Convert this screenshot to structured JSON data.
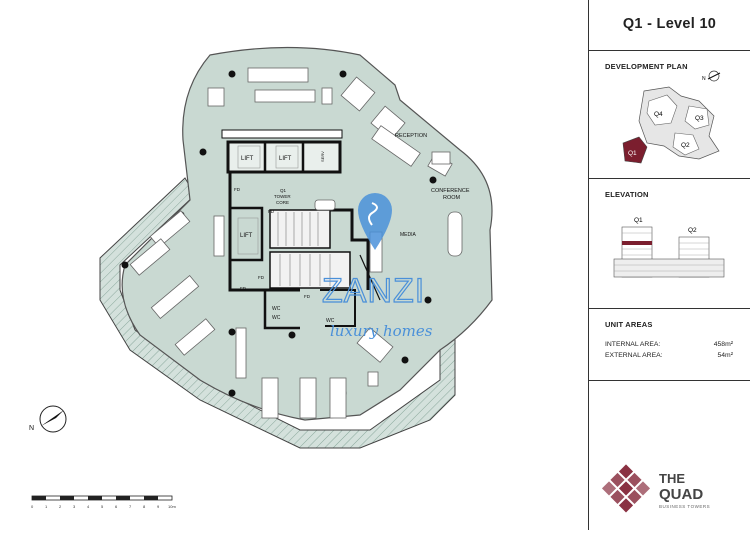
{
  "header": {
    "title": "Q1 - Level 10"
  },
  "plan": {
    "labels": {
      "lift_1": "LIFT",
      "lift_2": "LIFT",
      "lift_3": "LIFT",
      "tower_core": [
        "Q1",
        "TOWER",
        "CORE"
      ],
      "reception": "RECEPTION",
      "conference": [
        "CONFERENCE",
        "ROOM"
      ],
      "media": "MEDIA",
      "wc_1": "WC",
      "wc_2": "WC",
      "wc_3": "WC",
      "fd": "FD",
      "riser": "SERV"
    },
    "compass_label": "N",
    "scale_ticks": [
      "0",
      "1",
      "2",
      "3",
      "4",
      "5",
      "6",
      "7",
      "8",
      "9",
      "10m"
    ],
    "watermark": {
      "main": "ZANZI",
      "sub": "luxury homes"
    }
  },
  "development_plan": {
    "title": "DEVELOPMENT PLAN",
    "compass_label": "N",
    "towers": [
      "Q4",
      "Q3",
      "Q1",
      "Q2"
    ],
    "highlight_color": "#7b1e2e"
  },
  "elevation": {
    "title": "ELEVATION",
    "towers": [
      "Q1",
      "Q2"
    ]
  },
  "unit_areas": {
    "title": "UNIT AREAS",
    "rows": [
      {
        "label": "INTERNAL AREA:",
        "value": "458m²"
      },
      {
        "label": "EXTERNAL AREA:",
        "value": "54m²"
      }
    ]
  },
  "brand": {
    "line1": "THE",
    "line2": "QUAD",
    "tagline": "BUSINESS TOWERS",
    "color": "#8a3142"
  },
  "colors": {
    "floor": "#c9d9d2",
    "terrace": "#d4e1dc",
    "accent": "#7b1e2e",
    "watermark": "#4a90d9"
  }
}
